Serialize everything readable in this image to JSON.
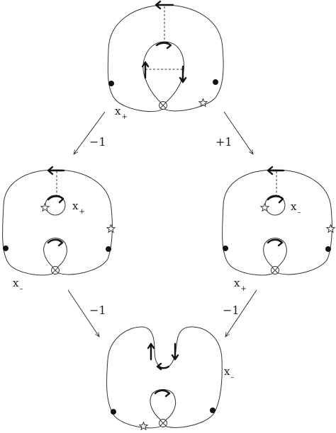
{
  "labels": {
    "top": {
      "base": "x",
      "sub": "+"
    },
    "left_inner": {
      "base": "x",
      "sub": "+"
    },
    "left_outer": {
      "base": "x",
      "sub": "–"
    },
    "right_inner": {
      "base": "x",
      "sub": "–"
    },
    "right_outer": {
      "base": "x",
      "sub": "+"
    },
    "bottom": {
      "base": "x",
      "sub": "–"
    }
  },
  "edges": {
    "top_left": "−1",
    "top_right": "+1",
    "left_bottom": "−1",
    "right_bottom": "−1"
  }
}
